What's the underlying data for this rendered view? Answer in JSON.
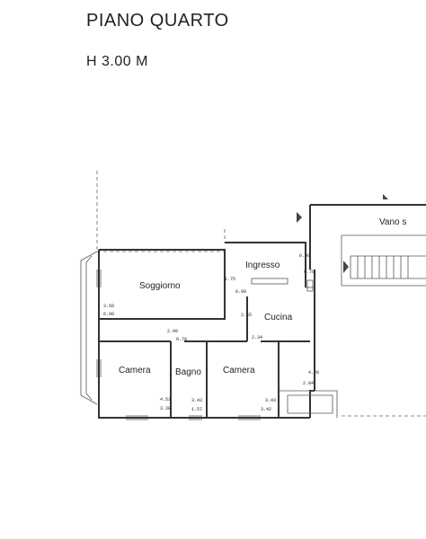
{
  "plan": {
    "title": "PIANO QUARTO",
    "height": "H 3.00 M",
    "vano_label": "Vano s"
  },
  "rooms": [
    {
      "id": "soggiorno",
      "label": "Soggiorno"
    },
    {
      "id": "ingresso",
      "label": "Ingresso"
    },
    {
      "id": "cucina",
      "label": "Cucina"
    },
    {
      "id": "camera1",
      "label": "Camera"
    },
    {
      "id": "bagno",
      "label": "Bagno"
    },
    {
      "id": "camera2",
      "label": "Camera"
    }
  ],
  "dimensions": {
    "d1": "3.50",
    "d2": "6.00",
    "d3": "1.75",
    "d4": "2.55",
    "d5": "0.90",
    "d6": "0.70",
    "d7": "2.00",
    "d8": "2.34",
    "d9": "4.53",
    "d10": "3.38",
    "d11": "3.43",
    "d12": "1.57",
    "d13": "3.43",
    "d14": "3.42",
    "d15": "2.04",
    "d16": "4.20",
    "d17": "0.90",
    "d18": "0.70"
  }
}
